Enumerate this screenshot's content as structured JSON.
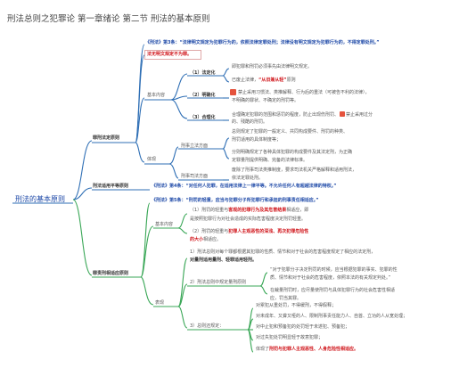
{
  "header": {
    "title": "刑法总则之犯罪论 第一章绪论 第二节 刑法的基本原则"
  },
  "root": "刑法的基本原则",
  "legality": {
    "label": "罪刑法定原则",
    "art3": "《刑法》第3条：“法律明文规定为犯罪行为的，依照法律定罪处刑；法律没有明文规定为犯罪行为的，不得定罪处刑。”",
    "maxim": "法无明文规定不为罪。",
    "content_label": "基本内容",
    "item1_label": "（1）法定化",
    "item1_a": "即犯罪和刑罚必须事先由法律明文规定。",
    "item1_b": "已废止法律，",
    "item1_b_red": "“从旧兼从轻”",
    "item1_b_tail": "原则",
    "item2_label": "（2）明确化",
    "item2_line1": "禁止采用习惯法、类推解释、行为后的重法（可被告不利的法律），",
    "item2_line2": "不明确的罪状、不确定的刑罚等。",
    "item3_label": "（3）合理化",
    "item3_line1": "合理确定犯罪的范围和惩罚的程度，防止出现伤刑罚、",
    "item3_line1b": "禁止采用过分",
    "item3_line2": "的、残酷的刑罚。",
    "embody_label": "体现",
    "leg_label": "刑事立法方面",
    "leg_line1": "总则规定了犯罪的一般定义、共同构成要件、刑罚的种类、",
    "leg_line2": "刑罚适用的具体制度等；",
    "leg_line3": "分则明确规定了各种具体犯罪的构成要件及其法定刑，为正确",
    "leg_line4": "定罪量刑提供明确、完备的法律标准。",
    "jud_label": "刑事司法方面",
    "jud_line1": "废除了刑事司法类推制度，要求司法机关严格解释和适用刑法，",
    "jud_line2": "依法定罪处刑。"
  },
  "equality": {
    "label": "刑法适用平等原则",
    "text": "《刑法》第4条：“对任何人犯罪，在适用法律上一律平等。不允许任何人有超越法律的特权。”"
  },
  "proportion": {
    "label": "罪责刑相适应原则",
    "art5": "《刑法》第5条：“刑罚的轻重，应当与犯罪分子所犯罪行和承担的刑事责任相适应。”",
    "content_label": "基本内容",
    "c1_pre": "（1）刑罚的轻重与",
    "c1_blue": "客观的犯罪行为及其危害结果",
    "c1_tail": "相适应，即",
    "c1_line2": "是按照犯罪行为对社会造成的实际危害程度决定刑罚轻重。",
    "c2_pre": "（2）刑罚的轻重与",
    "c2_red": "犯罪人主观恶性的深浅、再次犯罪危险性",
    "c2_line2": "的大小",
    "c2_tail": "相适应。",
    "embody_label": "表现",
    "e1_line1": "1）刑法总则对每个罪都根据其犯罪的性质、情节和对于社会的危害程度规定了相应的法定刑，",
    "e1_line2": "对量刑适用量刑、轻罪适用轻刑。",
    "e2_label": "2）刑法总则中规定量刑原则",
    "e2a_line1": "“对于犯罪分子决定刑罚的时候，应当根据犯罪的事实、犯罪的性",
    "e2a_line2": "质、情节和对于社会的危害程度，依照本法的有关规定判处。”",
    "e2b_line1": "在裁量刑罚时，应尽量使刑罚与具体犯罪行为的社会危害性相适",
    "e2b_line2": "应，罚当其罪。",
    "e3_label": "3）总则还规定：",
    "e3_1": "对累犯从重处罚，不得缓刑，不得假释；",
    "e3_2": "对未成年、又聋又哑的人、限制刑事责任能力人、自首、立功的人从宽处理；",
    "e3_3": "对中止犯和预备犯的处罚轻于未遂犯、预备犯；",
    "e3_4": "对过失犯处罚明显轻于故意犯罪；",
    "e3_5_pre": "体现了",
    "e3_5": "刑罚与犯罪人主观恶性、人身危险性相适应。"
  },
  "colors": {
    "legality_branch": "#2f6fb5",
    "equality_branch": "#2f6fb5",
    "proportion_branch": "#3aa757",
    "accent_red": "#d0141a",
    "accent_blue": "#1f4aa8"
  },
  "icons": [
    "badge-icon-explicit",
    "badge-icon-reasonable"
  ]
}
